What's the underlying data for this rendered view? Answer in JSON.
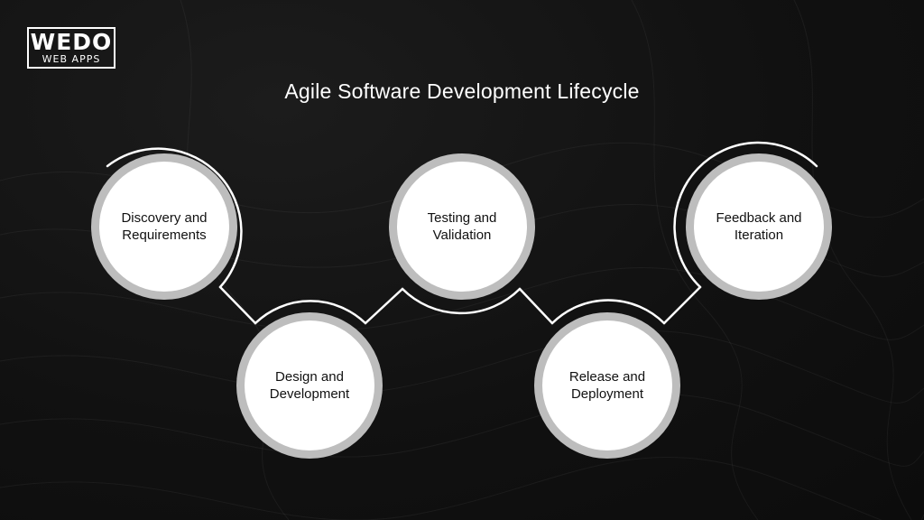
{
  "brand": {
    "logo_top": "WEDO",
    "logo_bottom": "WEB APPS"
  },
  "title": "Agile Software Development Lifecycle",
  "steps": [
    {
      "label": "Discovery and Requirements"
    },
    {
      "label": "Design and Development"
    },
    {
      "label": "Testing and Validation"
    },
    {
      "label": "Release and Deployment"
    },
    {
      "label": "Feedback and Iteration"
    }
  ],
  "colors": {
    "background": "#111111",
    "node_ring": "#bdbdbd",
    "node_fill": "#ffffff",
    "connector": "#ffffff",
    "node_text": "#111111"
  }
}
